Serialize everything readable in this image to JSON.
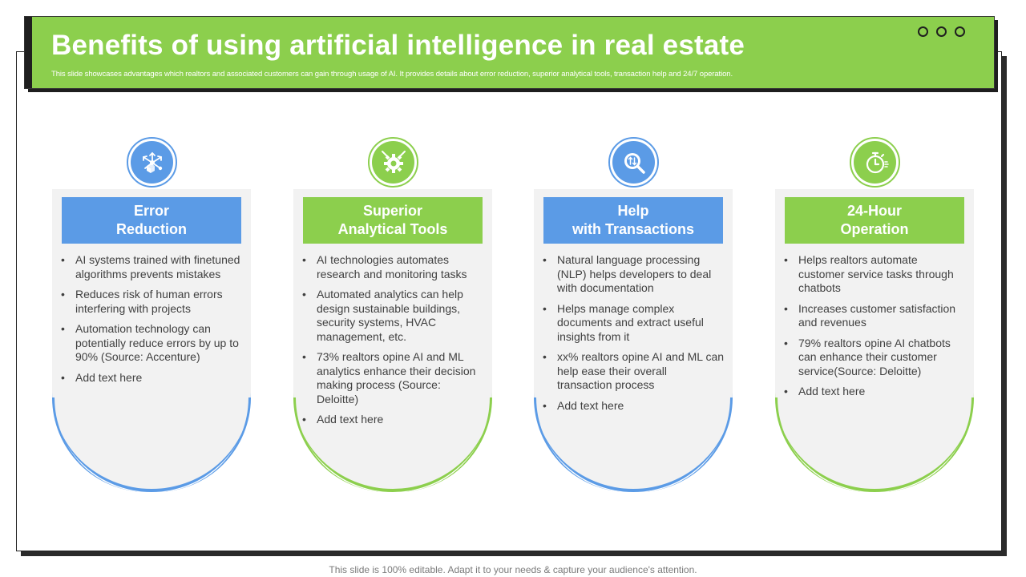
{
  "header": {
    "title": "Benefits of using artificial intelligence in real estate",
    "subtitle": "This slide showcases advantages which realtors and associated customers can gain through usage of AI. It provides details about error reduction, superior analytical tools, transaction help and 24/7 operation."
  },
  "colors": {
    "blue": "#5b9be6",
    "green": "#8ccf4d",
    "card": "#f2f2f2"
  },
  "cards": [
    {
      "icon": "network-cube-icon",
      "title_line1": "Error",
      "title_line2": "Reduction",
      "bullets": [
        "AI systems trained with finetuned algorithms prevents mistakes",
        "Reduces risk of human errors interfering with projects",
        "Automation technology can potentially reduce errors by up to 90% (Source: Accenture)",
        "Add text here"
      ]
    },
    {
      "icon": "gear-tools-icon",
      "title_line1": "Superior",
      "title_line2": "Analytical Tools",
      "bullets": [
        "AI technologies automates research and monitoring tasks",
        "Automated analytics can help design sustainable buildings, security systems, HVAC management, etc.",
        "73% realtors opine AI and ML analytics enhance their decision making process (Source: Deloitte)",
        "Add text here"
      ]
    },
    {
      "icon": "transaction-search-icon",
      "title_line1": "Help",
      "title_line2": "with Transactions",
      "bullets": [
        "Natural language processing (NLP) helps developers to deal with documentation",
        "Helps manage complex documents and extract useful insights from it",
        "xx% realtors opine AI and ML can help ease their overall transaction process",
        "Add text here"
      ]
    },
    {
      "icon": "stopwatch-icon",
      "title_line1": "24-Hour",
      "title_line2": "Operation",
      "bullets": [
        "Helps realtors automate customer service tasks through chatbots",
        "Increases customer satisfaction and revenues",
        "79% realtors opine AI chatbots can enhance their customer service(Source: Deloitte)",
        "Add text here"
      ]
    }
  ],
  "footer": "This slide is 100% editable. Adapt it to your needs & capture your audience's attention."
}
